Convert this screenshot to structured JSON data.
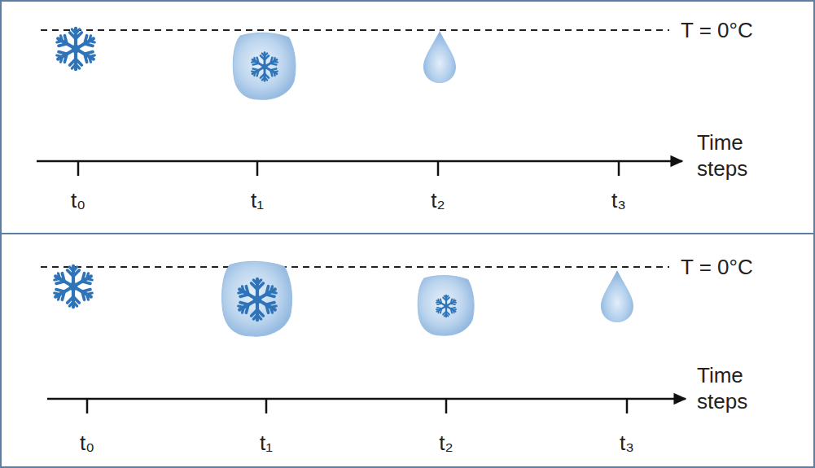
{
  "diagram": {
    "nodes": [
      {
        "text": [
          "T = 0°C",
          "Time steps",
          "t₀",
          "t₁",
          "t₂",
          "t₃"
        ]
      },
      {
        "text": [
          "T = 0°C",
          "Time steps",
          "t₀",
          "t₁",
          "t₂",
          "t₃"
        ]
      }
    ]
  }
}
